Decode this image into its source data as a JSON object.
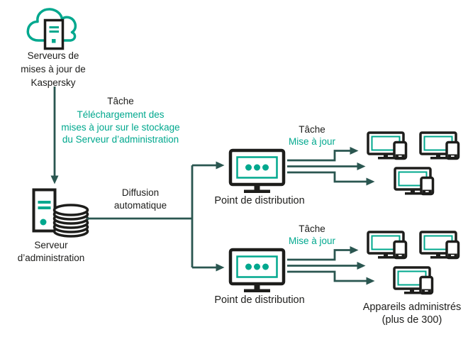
{
  "colors": {
    "teal": "#00a88e",
    "dark_line": "#2a5650",
    "text": "#1d1d1b",
    "background": "#ffffff"
  },
  "nodes": {
    "kaspersky_update_servers": {
      "label": "Serveurs de\nmises à jour de\nKaspersky"
    },
    "administration_server": {
      "label": "Serveur\nd’administration"
    },
    "distribution_point_top": {
      "label": "Point de distribution"
    },
    "distribution_point_bottom": {
      "label": "Point de distribution"
    },
    "managed_devices": {
      "label": "Appareils administrés\n(plus de 300)"
    }
  },
  "edges": {
    "download_task": {
      "title": "Tâche",
      "description": "Téléchargement des\nmises à jour sur le stockage\ndu Serveur d’administration"
    },
    "automatic_diffusion": {
      "label": "Diffusion\nautomatique"
    },
    "update_task_top": {
      "title": "Tâche",
      "description": "Mise à jour"
    },
    "update_task_bottom": {
      "title": "Tâche",
      "description": "Mise à jour"
    }
  }
}
